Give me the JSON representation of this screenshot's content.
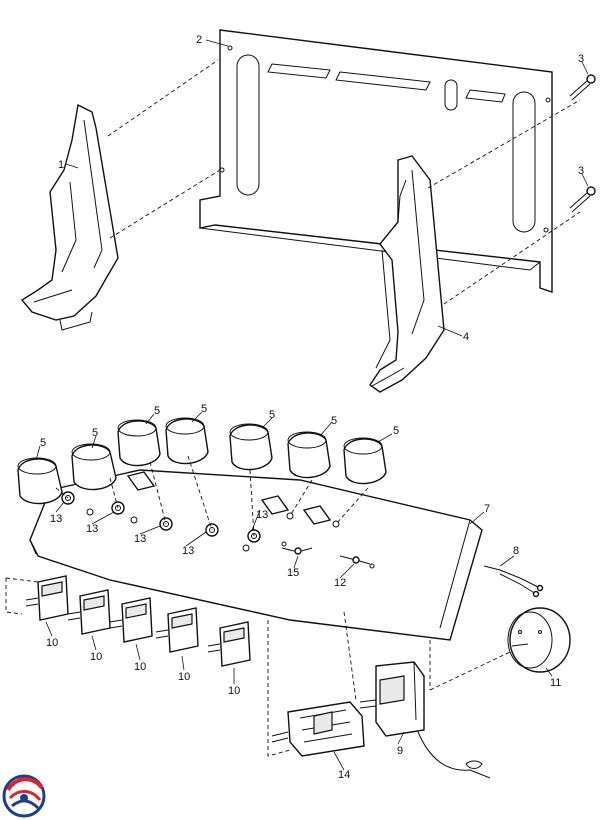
{
  "callouts": {
    "c1": "1",
    "c2": "2",
    "c3a": "3",
    "c3b": "3",
    "c4": "4",
    "c5a": "5",
    "c5b": "5",
    "c5c": "5",
    "c5d": "5",
    "c5e": "5",
    "c5f": "5",
    "c5g": "5",
    "c7": "7",
    "c8": "8",
    "c9": "9",
    "c10a": "10",
    "c10b": "10",
    "c10c": "10",
    "c10d": "10",
    "c10e": "10",
    "c11": "11",
    "c12": "12",
    "c13a": "13",
    "c13b": "13",
    "c13c": "13",
    "c13d": "13",
    "c13e": "13",
    "c14": "14",
    "c15": "15"
  },
  "colors": {
    "line": "#111111",
    "logo_red": "#d7262e",
    "logo_blue": "#1b3f8f"
  },
  "logo": {
    "name": "brand-logo-swirl"
  }
}
